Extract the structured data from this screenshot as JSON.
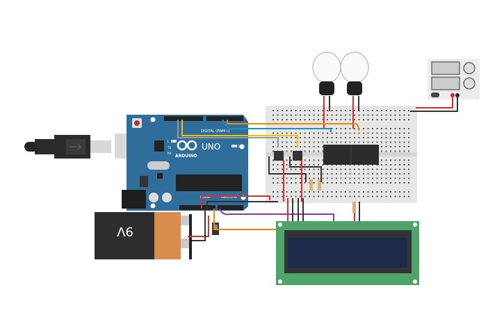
{
  "arduino": {
    "brand": "ARDUINO",
    "model": "UNO",
    "digital_label": "DIGITAL (PWM~)",
    "power_label": "POWER",
    "analog_label": "ANALOG IN",
    "led_on": "ON",
    "led_l": "L",
    "led_tx": "TX",
    "led_rx": "RX",
    "color": "#2f6e9b"
  },
  "battery": {
    "label": "9V"
  },
  "wire_colors": {
    "red": "#e32b2b",
    "black": "#333333",
    "yellow": "#f2c200",
    "blue": "#1f8fc0",
    "orange": "#f08a00",
    "purple": "#8a3aa8",
    "green": "#3ab54a",
    "pink": "#d4308a",
    "cyan": "#5cc7d8"
  },
  "icons": [
    "usb-icon",
    "lightbulb-icon",
    "push-button-icon",
    "resistor-icon",
    "relay-icon",
    "slide-switch-icon"
  ]
}
